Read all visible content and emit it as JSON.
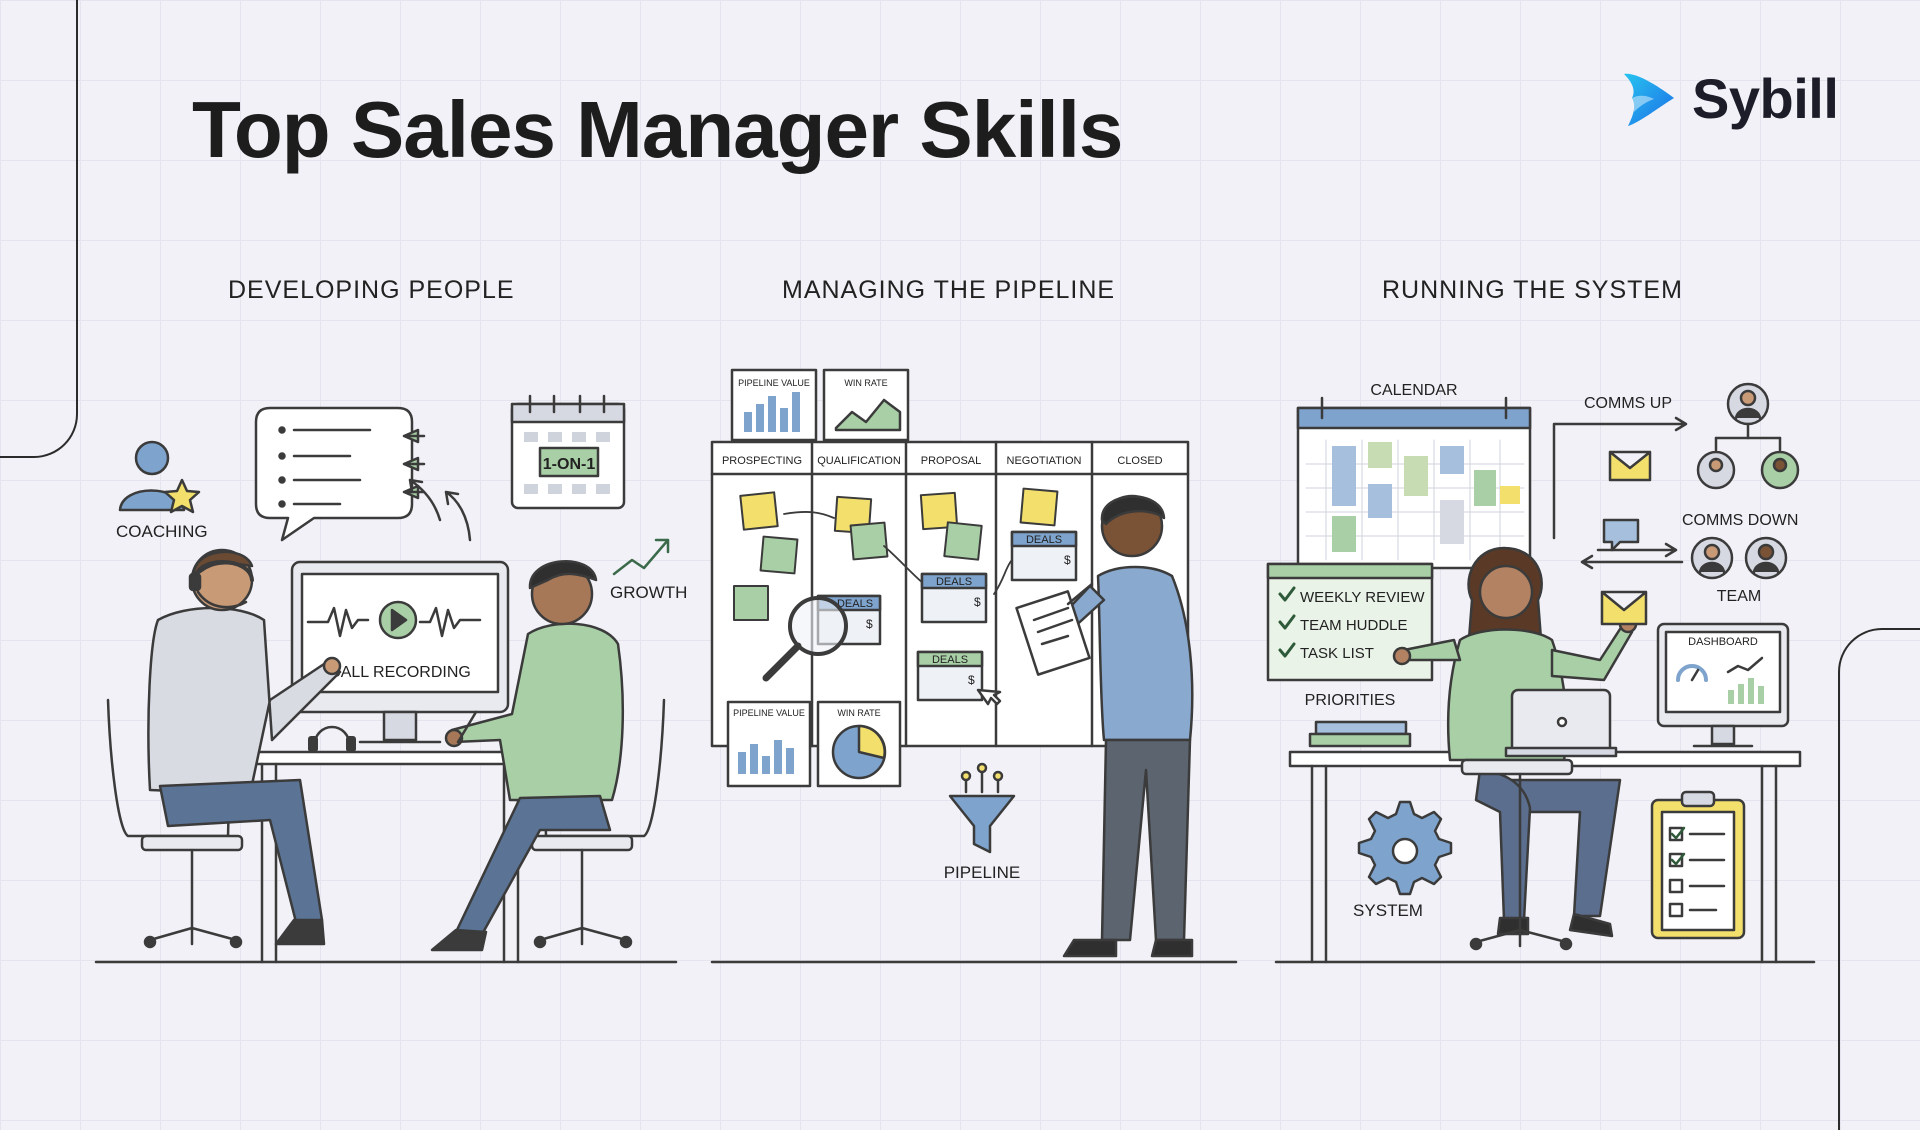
{
  "title": "Top Sales Manager Skills",
  "brand": {
    "name": "Sybill"
  },
  "sections": {
    "developing": {
      "heading": "DEVELOPING PEOPLE",
      "labels": {
        "coaching": "COACHING",
        "one_on_one": "1-ON-1",
        "growth": "GROWTH",
        "call_recording": "CALL RECORDING"
      }
    },
    "pipeline": {
      "heading": "MANAGING THE PIPELINE",
      "top_cards": [
        "PIPELINE VALUE",
        "WIN RATE"
      ],
      "bottom_cards": [
        "PIPELINE VALUE",
        "WIN RATE"
      ],
      "columns": [
        "PROSPECTING",
        "QUALIFICATION",
        "PROPOSAL",
        "NEGOTIATION",
        "CLOSED"
      ],
      "deal_label": "DEALS",
      "deal_symbol": "$",
      "pipeline_label": "PIPELINE"
    },
    "system": {
      "heading": "RUNNING THE SYSTEM",
      "calendar_label": "CALENDAR",
      "comms_up": "COMMS UP",
      "comms_down": "COMMS DOWN",
      "team_label": "TEAM",
      "checklist": [
        "WEEKLY REVIEW",
        "TEAM HUDDLE",
        "TASK LIST"
      ],
      "priorities_label": "PRIORITIES",
      "dashboard_label": "DASHBOARD",
      "system_label": "SYSTEM"
    }
  },
  "colors": {
    "accent_blue": "#7ea3cc",
    "accent_green": "#a9cfa6",
    "sticky_yellow": "#f2df6c",
    "line_dark": "#3b3b3b"
  }
}
